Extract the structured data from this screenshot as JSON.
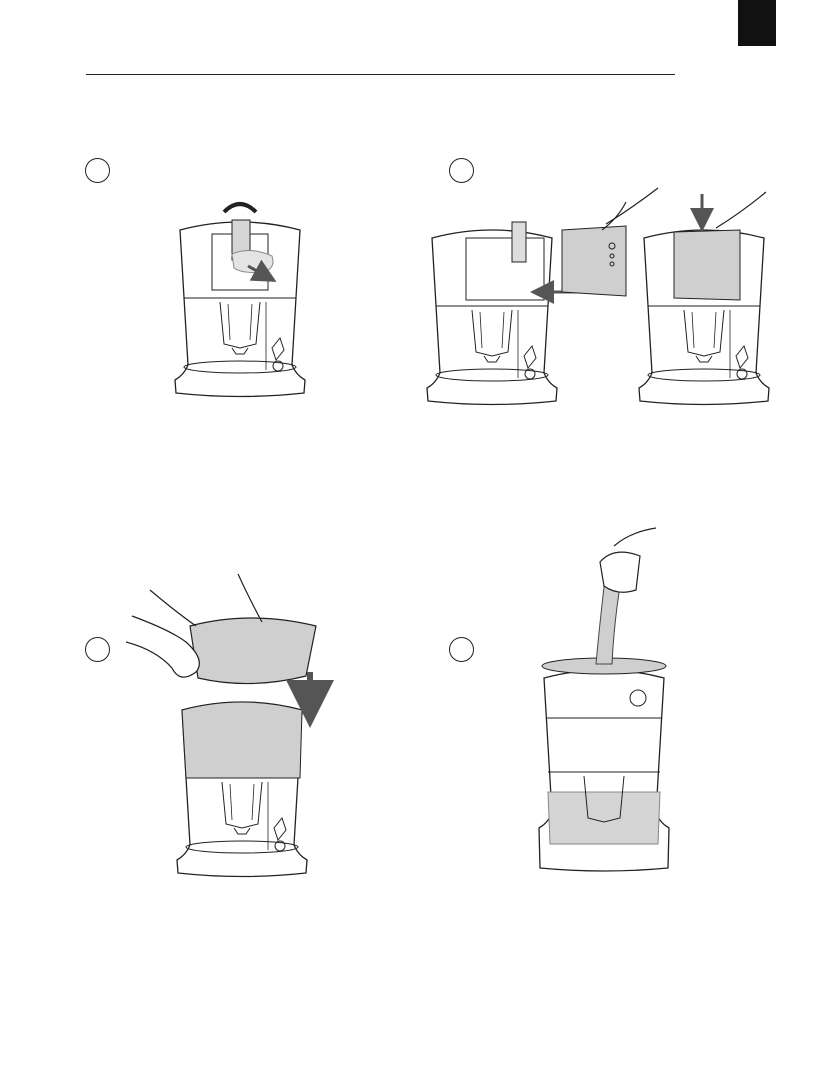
{
  "colors": {
    "ink": "#222222",
    "tint": "#cfcfcf",
    "tab": "#111111"
  },
  "steps": [
    {
      "icon": "filter-insert-illustration"
    },
    {
      "icon": "container-attach-illustration"
    },
    {
      "icon": "lid-place-illustration"
    },
    {
      "icon": "pour-water-illustration"
    }
  ]
}
